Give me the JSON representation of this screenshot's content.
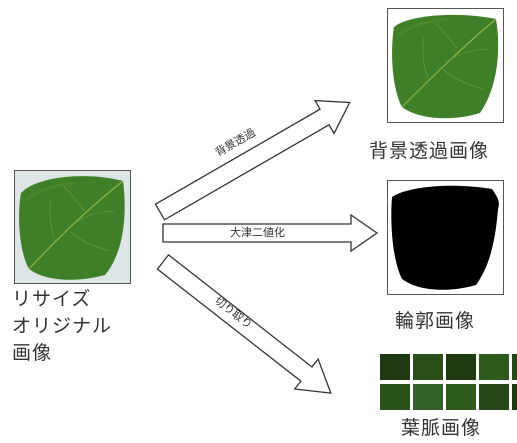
{
  "source": {
    "label_lines": [
      "リサイズ",
      "オリジナル",
      "画像"
    ]
  },
  "arrows": {
    "background_removal": "背景透過",
    "otsu": "大津二値化",
    "crop": "切り取り"
  },
  "outputs": {
    "background_removed": "背景透過画像",
    "contour": "輪郭画像",
    "vein": "葉脈画像"
  },
  "colors": {
    "leaf_dark": "#2f6b1f",
    "leaf_mid": "#4c8a2c",
    "leaf_light": "#8db64c",
    "tile_dark": "#1f3a12",
    "tile_mid": "#2e5a1c",
    "arrow_stroke": "#333333"
  }
}
